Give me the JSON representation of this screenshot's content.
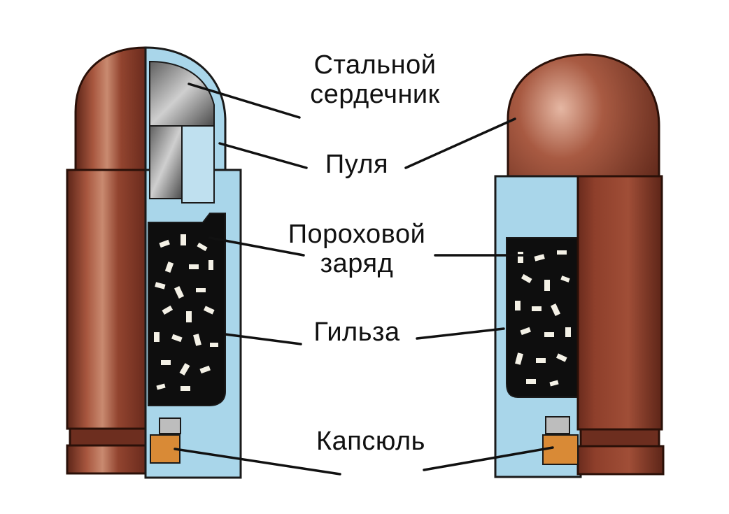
{
  "labels": {
    "steel_core": [
      "Стальной",
      "сердечник"
    ],
    "bullet": "Пуля",
    "powder_charge": [
      "Пороховой",
      "заряд"
    ],
    "case": "Гильза",
    "primer": "Капсюль"
  },
  "colors": {
    "case_brown": "#8a3d2a",
    "case_highlight": "#c27a5f",
    "case_shadow": "#5d2518",
    "cutaway_blue": "#a9d6ea",
    "steel_grey": "#8c8c8c",
    "powder_black": "#0e0e0e",
    "powder_grain": "#f4f1e6",
    "primer_orange": "#d98a36",
    "leader_line": "#111111"
  }
}
